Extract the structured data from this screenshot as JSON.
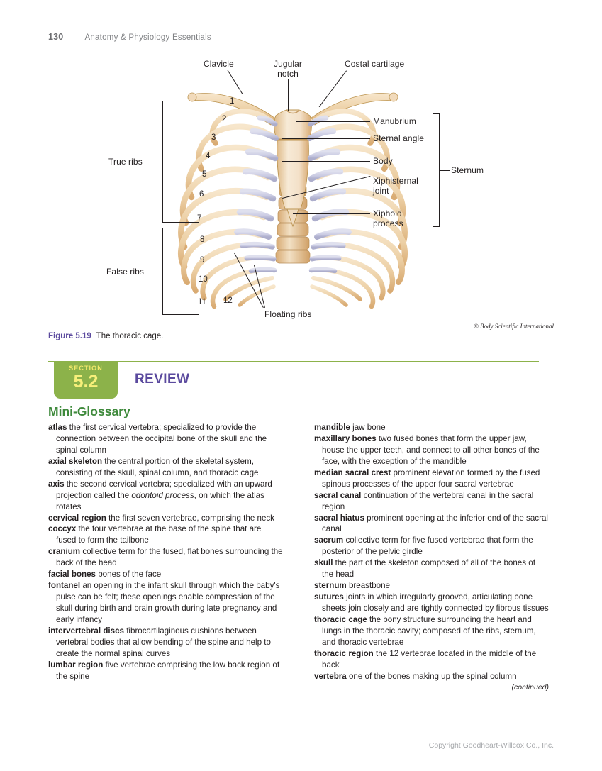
{
  "running_head": {
    "page_number": "130",
    "book_title": "Anatomy & Physiology Essentials"
  },
  "figure": {
    "labels": {
      "clavicle": "Clavicle",
      "jugular_notch": "Jugular\nnotch",
      "costal_cartilage": "Costal cartilage",
      "manubrium": "Manubrium",
      "sternal_angle": "Sternal angle",
      "body": "Body",
      "xiphisternal_joint": "Xiphisternal\njoint",
      "xiphoid_process": "Xiphoid\nprocess",
      "sternum": "Sternum",
      "true_ribs": "True ribs",
      "false_ribs": "False ribs",
      "floating_ribs": "Floating ribs"
    },
    "rib_numbers": [
      "1",
      "2",
      "3",
      "4",
      "5",
      "6",
      "7",
      "8",
      "9",
      "10",
      "11",
      "12"
    ],
    "credit": "© Body Scientific International",
    "caption_number": "Figure 5.19",
    "caption_text": "The thoracic cage.",
    "colors": {
      "bone": "#eccfa4",
      "bone_light": "#f6e3c6",
      "bone_shadow": "#d4a76a",
      "cartilage": "#c9cae2",
      "cartilage_shadow": "#aaabcb",
      "outline": "#a9854f"
    }
  },
  "section_header": {
    "badge_word": "SECTION",
    "badge_number": "5.2",
    "title": "REVIEW",
    "accent_green": "#8cb24a",
    "accent_purple": "#5b4a9e"
  },
  "glossary": {
    "heading": "Mini-Glossary",
    "heading_color": "#3f8a3c",
    "left_column": [
      {
        "term": "atlas",
        "definition": " the first cervical vertebra; specialized to provide the connection between the occipital bone of the skull and the spinal column"
      },
      {
        "term": "axial skeleton",
        "definition": " the central portion of the skeletal system, consisting of the skull, spinal column, and thoracic cage"
      },
      {
        "term": "axis",
        "definition": " the second cervical vertebra; specialized with an upward projection called the ",
        "italic": "odontoid process",
        "definition_tail": ", on which the atlas rotates"
      },
      {
        "term": "cervical region",
        "definition": " the first seven vertebrae, comprising the neck"
      },
      {
        "term": "coccyx",
        "definition": " the four vertebrae at the base of the spine that are fused to form the tailbone"
      },
      {
        "term": "cranium",
        "definition": " collective term for the fused, flat bones surrounding the back of the head"
      },
      {
        "term": "facial bones",
        "definition": " bones of the face"
      },
      {
        "term": "fontanel",
        "definition": " an opening in the infant skull through which the baby's pulse can be felt; these openings enable compression of the skull during birth and brain growth during late pregnancy and early infancy"
      },
      {
        "term": "intervertebral discs",
        "definition": " fibrocartilaginous cushions between vertebral bodies that allow bending of the spine and help to create the normal spinal curves"
      },
      {
        "term": "lumbar region",
        "definition": " five vertebrae comprising the low back region of the spine"
      }
    ],
    "right_column": [
      {
        "term": "mandible",
        "definition": " jaw bone"
      },
      {
        "term": "maxillary bones",
        "definition": " two fused bones that form the upper jaw, house the upper teeth, and connect to all other bones of the face, with the exception of the mandible"
      },
      {
        "term": "median sacral crest",
        "definition": " prominent elevation formed by the fused spinous processes of the upper four sacral vertebrae"
      },
      {
        "term": "sacral canal",
        "definition": " continuation of the vertebral canal in the sacral region"
      },
      {
        "term": "sacral hiatus",
        "definition": " prominent opening at the inferior end of the sacral canal"
      },
      {
        "term": "sacrum",
        "definition": " collective term for five fused vertebrae that form the posterior of the pelvic girdle"
      },
      {
        "term": "skull",
        "definition": " the part of the skeleton composed of all of the bones of the head"
      },
      {
        "term": "sternum",
        "definition": " breastbone"
      },
      {
        "term": "sutures",
        "definition": " joints in which irregularly grooved, articulating bone sheets join closely and are tightly connected by fibrous tissues"
      },
      {
        "term": "thoracic cage",
        "definition": " the bony structure surrounding the heart and lungs in the thoracic cavity; composed of the ribs, sternum, and thoracic vertebrae"
      },
      {
        "term": "thoracic region",
        "definition": " the 12 vertebrae located in the middle of the back"
      },
      {
        "term": "vertebra",
        "definition": " one of the bones making up the spinal column"
      }
    ],
    "continued_note": "(continued)"
  },
  "footer": {
    "copyright": "Copyright Goodheart-Willcox Co., Inc."
  }
}
